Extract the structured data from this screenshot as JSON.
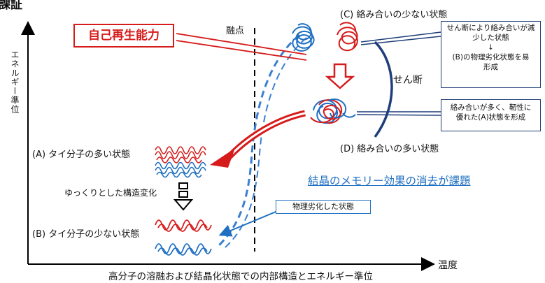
{
  "header": {
    "title_fragment": "課証"
  },
  "axes": {
    "y_label": "エネルギー準位",
    "x_label": "温度"
  },
  "melting_point_label": "融点",
  "self_repair_label": "自己再生能力",
  "states": {
    "c": "(C) 絡み合いの少ない状態",
    "d": "(D) 絡み合いの多い状態",
    "a": "(A) タイ分子の多い状態",
    "b": "(B) タイ分子の少ない状態"
  },
  "shear_label": "せん断",
  "slow_change_label": "ゆっくりとした構造変化",
  "callouts": {
    "top": [
      "せん断により絡み合いが減",
      "少した状態",
      "↓",
      "(B)の物理劣化状態を易",
      "形成"
    ],
    "middle": [
      "絡み合いが多く、靭性に",
      "優れた(A)状態を形成"
    ],
    "degraded": "物理劣化した状態"
  },
  "problem_statement": "結晶のメモリー効果の消去が課題",
  "caption": "高分子の溶融および結晶化状態での内部構造とエネルギー準位",
  "colors": {
    "red": "#d61b1b",
    "blue": "#1f6fc2",
    "navy": "#1f3f7a",
    "dash_blue": "#3b7fd0"
  }
}
